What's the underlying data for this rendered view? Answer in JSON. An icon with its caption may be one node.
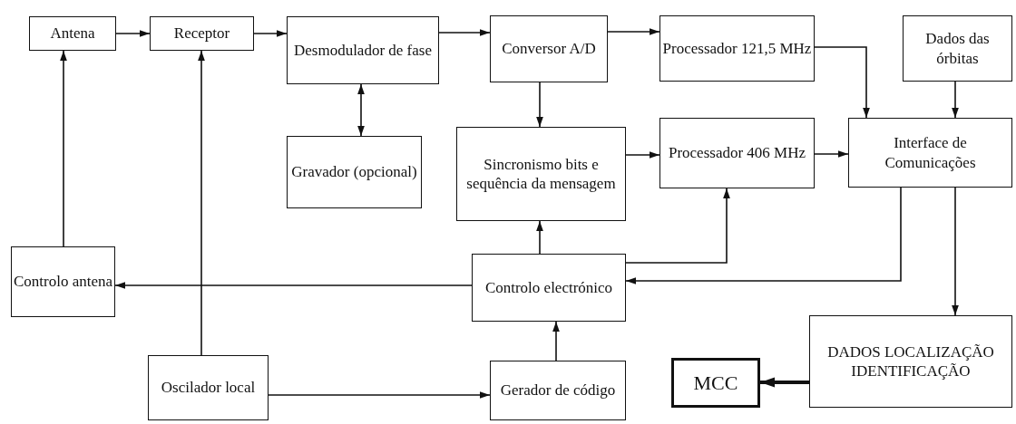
{
  "diagram": {
    "nodes": [
      {
        "text": [
          "Antena"
        ]
      },
      {
        "text": [
          "Receptor"
        ]
      },
      {
        "text": [
          "Desmodulador de fase"
        ]
      },
      {
        "text": [
          "Conversor A/D"
        ]
      },
      {
        "text": [
          "Processador 121,5 MHz"
        ]
      },
      {
        "text": [
          "Dados das órbitas"
        ]
      },
      {
        "text": [
          "Gravador (opcional)"
        ]
      },
      {
        "text": [
          "Sincronismo bits e sequência da mensagem"
        ]
      },
      {
        "text": [
          "Processador 406 MHz"
        ]
      },
      {
        "text": [
          "Interface de Comunicações"
        ]
      },
      {
        "text": [
          "Controlo antena"
        ]
      },
      {
        "text": [
          "Controlo electrónico"
        ]
      },
      {
        "text": [
          "Oscilador local"
        ]
      },
      {
        "text": [
          "Gerador de código"
        ]
      },
      {
        "text": [
          "MCC"
        ]
      },
      {
        "text": [
          "DADOS LOCALIZAÇÃO IDENTIFICAÇÃO"
        ]
      }
    ],
    "edges": [
      {
        "from": 0,
        "to": 1,
        "arrow": "to"
      },
      {
        "from": 1,
        "to": 2,
        "arrow": "to"
      },
      {
        "from": 2,
        "to": 3,
        "arrow": "to"
      },
      {
        "from": 3,
        "to": 4,
        "arrow": "to"
      },
      {
        "from": 2,
        "to": 6,
        "arrow": "both"
      },
      {
        "from": 3,
        "to": 7,
        "arrow": "to"
      },
      {
        "from": 7,
        "to": 8,
        "arrow": "to"
      },
      {
        "from": 4,
        "to": 9,
        "arrow": "to"
      },
      {
        "from": 5,
        "to": 9,
        "arrow": "to"
      },
      {
        "from": 8,
        "to": 9,
        "arrow": "to"
      },
      {
        "from": 11,
        "to": 7,
        "arrow": "to"
      },
      {
        "from": 11,
        "to": 8,
        "arrow": "to"
      },
      {
        "from": 9,
        "to": 11,
        "arrow": "to"
      },
      {
        "from": 9,
        "to": 15,
        "arrow": "to"
      },
      {
        "from": 11,
        "to": 10,
        "arrow": "to"
      },
      {
        "from": 10,
        "to": 0,
        "arrow": "to"
      },
      {
        "from": 12,
        "to": 1,
        "arrow": "to"
      },
      {
        "from": 12,
        "to": 13,
        "arrow": "to"
      },
      {
        "from": 13,
        "to": 11,
        "arrow": "to"
      },
      {
        "from": 15,
        "to": 14,
        "arrow": "to",
        "style": "thick"
      }
    ]
  }
}
